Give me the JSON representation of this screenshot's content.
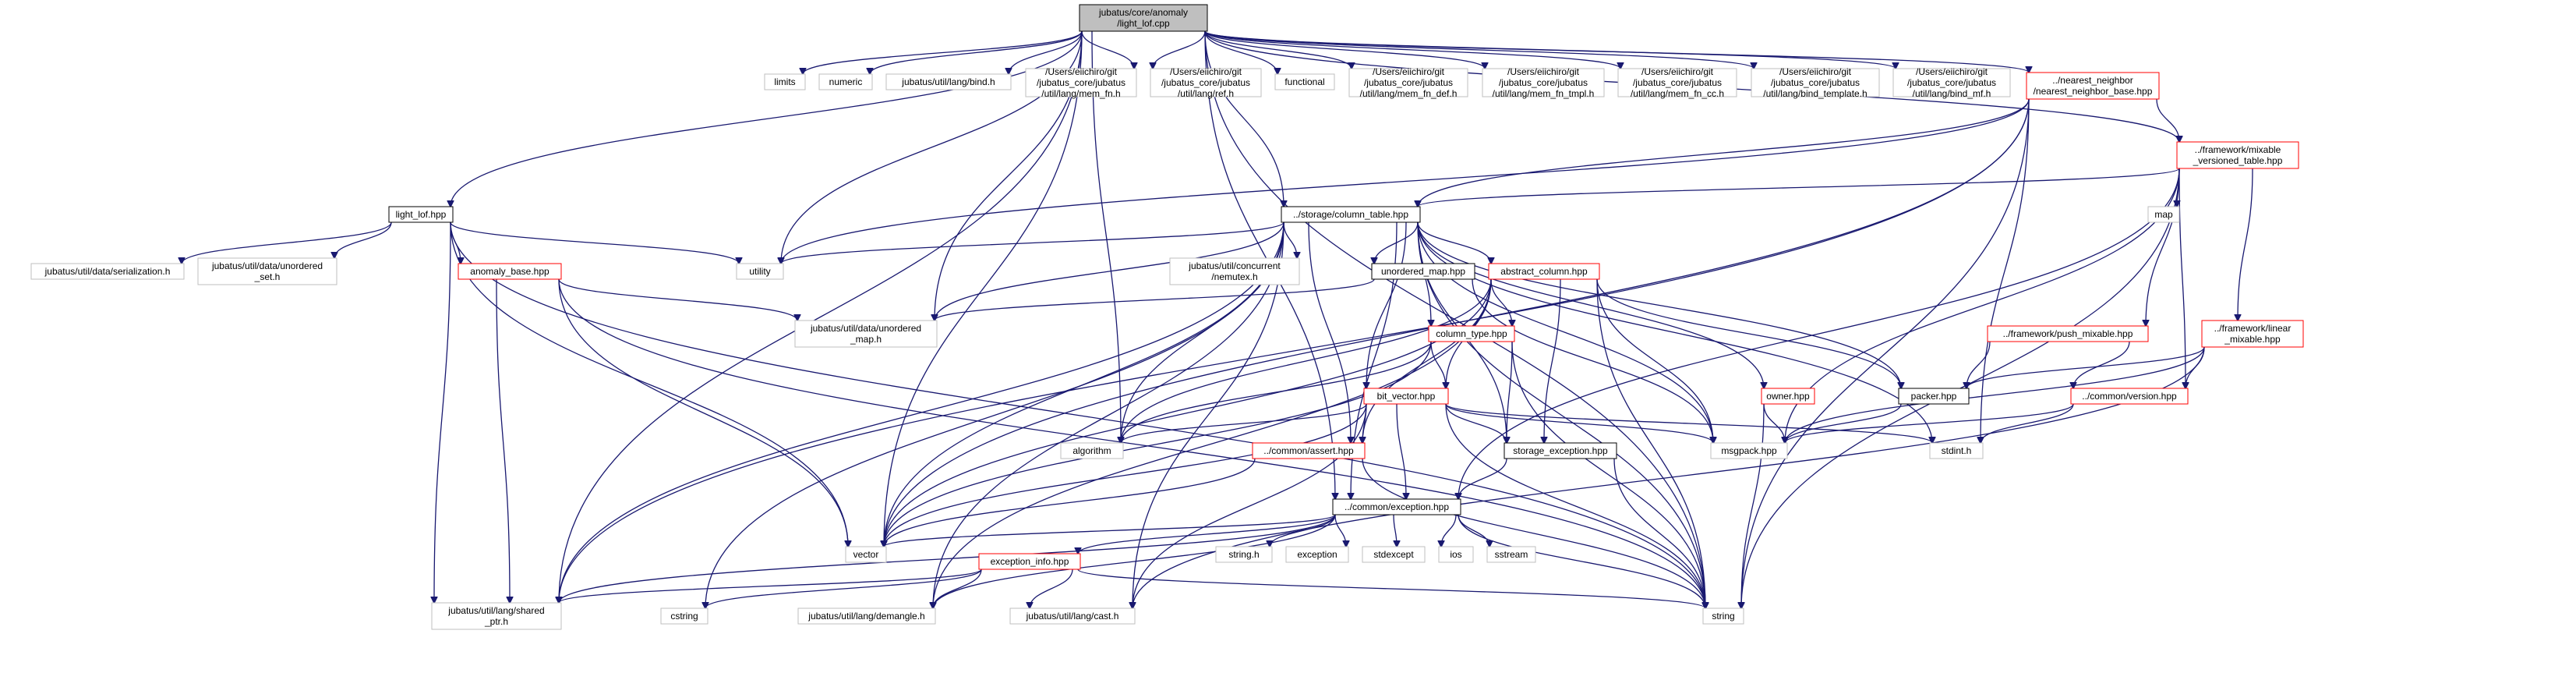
{
  "colors": {
    "edge": "#191970",
    "border_default": "#000000",
    "border_undocumented": "#bfbfbf",
    "border_truncated": "#ff0000",
    "root_fill": "#bfbfbf",
    "node_fill": "#ffffff"
  },
  "graph": {
    "title": "",
    "nodes": [
      {
        "id": "root",
        "kind": "root",
        "lines": [
          "jubatus/core/anomaly",
          "/light_lof.cpp"
        ]
      },
      {
        "id": "light_lof_hpp",
        "kind": "doc",
        "lines": [
          "light_lof.hpp"
        ]
      },
      {
        "id": "limits",
        "kind": "ext",
        "lines": [
          "limits"
        ]
      },
      {
        "id": "numeric",
        "kind": "ext",
        "lines": [
          "numeric"
        ]
      },
      {
        "id": "bind_h",
        "kind": "ext",
        "lines": [
          "jubatus/util/lang/bind.h"
        ]
      },
      {
        "id": "mem_fn_h",
        "kind": "ext",
        "lines": [
          "/Users/eiichiro/git",
          "/jubatus_core/jubatus",
          "/util/lang/mem_fn.h"
        ]
      },
      {
        "id": "ref_h",
        "kind": "ext",
        "lines": [
          "/Users/eiichiro/git",
          "/jubatus_core/jubatus",
          "/util/lang/ref.h"
        ]
      },
      {
        "id": "functional",
        "kind": "ext",
        "lines": [
          "functional"
        ]
      },
      {
        "id": "mem_fn_def_h",
        "kind": "ext",
        "lines": [
          "/Users/eiichiro/git",
          "/jubatus_core/jubatus",
          "/util/lang/mem_fn_def.h"
        ]
      },
      {
        "id": "mem_fn_tmpl_h",
        "kind": "ext",
        "lines": [
          "/Users/eiichiro/git",
          "/jubatus_core/jubatus",
          "/util/lang/mem_fn_tmpl.h"
        ]
      },
      {
        "id": "mem_fn_cc_h",
        "kind": "ext",
        "lines": [
          "/Users/eiichiro/git",
          "/jubatus_core/jubatus",
          "/util/lang/mem_fn_cc.h"
        ]
      },
      {
        "id": "bind_template_h",
        "kind": "ext",
        "lines": [
          "/Users/eiichiro/git",
          "/jubatus_core/jubatus",
          "/util/lang/bind_template.h"
        ]
      },
      {
        "id": "bind_mf_h",
        "kind": "ext",
        "lines": [
          "/Users/eiichiro/git",
          "/jubatus_core/jubatus",
          "/util/lang/bind_mf.h"
        ]
      },
      {
        "id": "nearest_neighbor_base_hpp",
        "kind": "trunc",
        "lines": [
          "../nearest_neighbor",
          "/nearest_neighbor_base.hpp"
        ]
      },
      {
        "id": "mixable_versioned_table_hpp",
        "kind": "trunc",
        "lines": [
          "../framework/mixable",
          "_versioned_table.hpp"
        ]
      },
      {
        "id": "column_table_hpp",
        "kind": "doc",
        "lines": [
          "../storage/column_table.hpp"
        ]
      },
      {
        "id": "map",
        "kind": "ext",
        "lines": [
          "map"
        ]
      },
      {
        "id": "serialization_h",
        "kind": "ext",
        "lines": [
          "jubatus/util/data/serialization.h"
        ]
      },
      {
        "id": "unordered_set_h",
        "kind": "ext",
        "lines": [
          "jubatus/util/data/unordered",
          "_set.h"
        ]
      },
      {
        "id": "anomaly_base_hpp",
        "kind": "trunc",
        "lines": [
          "anomaly_base.hpp"
        ]
      },
      {
        "id": "utility",
        "kind": "ext",
        "lines": [
          "utility"
        ]
      },
      {
        "id": "nemutex_h",
        "kind": "ext",
        "lines": [
          "jubatus/util/concurrent",
          "/nemutex.h"
        ]
      },
      {
        "id": "unordered_map_hpp",
        "kind": "doc",
        "lines": [
          "unordered_map.hpp"
        ]
      },
      {
        "id": "abstract_column_hpp",
        "kind": "trunc",
        "lines": [
          "abstract_column.hpp"
        ]
      },
      {
        "id": "unordered_map_h",
        "kind": "ext",
        "lines": [
          "jubatus/util/data/unordered",
          "_map.h"
        ]
      },
      {
        "id": "push_mixable_hpp",
        "kind": "trunc",
        "lines": [
          "../framework/push_mixable.hpp"
        ]
      },
      {
        "id": "linear_mixable_hpp",
        "kind": "trunc",
        "lines": [
          "../framework/linear",
          "_mixable.hpp"
        ]
      },
      {
        "id": "column_type_hpp",
        "kind": "trunc",
        "lines": [
          "column_type.hpp"
        ]
      },
      {
        "id": "packer_hpp",
        "kind": "doc",
        "lines": [
          "packer.hpp"
        ]
      },
      {
        "id": "owner_hpp",
        "kind": "trunc",
        "lines": [
          "owner.hpp"
        ]
      },
      {
        "id": "version_hpp",
        "kind": "trunc",
        "lines": [
          "../common/version.hpp"
        ]
      },
      {
        "id": "bit_vector_hpp",
        "kind": "trunc",
        "lines": [
          "bit_vector.hpp"
        ]
      },
      {
        "id": "algorithm",
        "kind": "ext",
        "lines": [
          "algorithm"
        ]
      },
      {
        "id": "assert_hpp",
        "kind": "trunc",
        "lines": [
          "../common/assert.hpp"
        ]
      },
      {
        "id": "storage_exception_hpp",
        "kind": "doc",
        "lines": [
          "storage_exception.hpp"
        ]
      },
      {
        "id": "msgpack_hpp",
        "kind": "ext",
        "lines": [
          "msgpack.hpp"
        ]
      },
      {
        "id": "stdint_h",
        "kind": "ext",
        "lines": [
          "stdint.h"
        ]
      },
      {
        "id": "exception_hpp",
        "kind": "doc",
        "lines": [
          "../common/exception.hpp"
        ]
      },
      {
        "id": "vector",
        "kind": "ext",
        "lines": [
          "vector"
        ]
      },
      {
        "id": "exception_info_hpp",
        "kind": "trunc",
        "lines": [
          "exception_info.hpp"
        ]
      },
      {
        "id": "string_h",
        "kind": "ext",
        "lines": [
          "string.h"
        ]
      },
      {
        "id": "exception",
        "kind": "ext",
        "lines": [
          "exception"
        ]
      },
      {
        "id": "stdexcept",
        "kind": "ext",
        "lines": [
          "stdexcept"
        ]
      },
      {
        "id": "ios",
        "kind": "ext",
        "lines": [
          "ios"
        ]
      },
      {
        "id": "sstream",
        "kind": "ext",
        "lines": [
          "sstream"
        ]
      },
      {
        "id": "shared_ptr_h",
        "kind": "ext",
        "lines": [
          "jubatus/util/lang/shared",
          "_ptr.h"
        ]
      },
      {
        "id": "cstring",
        "kind": "ext",
        "lines": [
          "cstring"
        ]
      },
      {
        "id": "demangle_h",
        "kind": "ext",
        "lines": [
          "jubatus/util/lang/demangle.h"
        ]
      },
      {
        "id": "cast_h",
        "kind": "ext",
        "lines": [
          "jubatus/util/lang/cast.h"
        ]
      },
      {
        "id": "string",
        "kind": "ext",
        "lines": [
          "string"
        ]
      }
    ],
    "edges": [
      [
        "root",
        "light_lof_hpp"
      ],
      [
        "root",
        "limits"
      ],
      [
        "root",
        "numeric"
      ],
      [
        "root",
        "bind_h"
      ],
      [
        "root",
        "mem_fn_h"
      ],
      [
        "root",
        "ref_h"
      ],
      [
        "root",
        "functional"
      ],
      [
        "root",
        "mem_fn_def_h"
      ],
      [
        "root",
        "mem_fn_tmpl_h"
      ],
      [
        "root",
        "mem_fn_cc_h"
      ],
      [
        "root",
        "bind_template_h"
      ],
      [
        "root",
        "bind_mf_h"
      ],
      [
        "root",
        "nearest_neighbor_base_hpp"
      ],
      [
        "root",
        "mixable_versioned_table_hpp"
      ],
      [
        "root",
        "column_table_hpp"
      ],
      [
        "root",
        "utility"
      ],
      [
        "root",
        "unordered_map_h"
      ],
      [
        "root",
        "algorithm"
      ],
      [
        "root",
        "exception_hpp"
      ],
      [
        "root",
        "vector"
      ],
      [
        "root",
        "shared_ptr_h"
      ],
      [
        "root",
        "string"
      ],
      [
        "light_lof_hpp",
        "serialization_h"
      ],
      [
        "light_lof_hpp",
        "unordered_set_h"
      ],
      [
        "light_lof_hpp",
        "anomaly_base_hpp"
      ],
      [
        "light_lof_hpp",
        "utility"
      ],
      [
        "light_lof_hpp",
        "vector"
      ],
      [
        "light_lof_hpp",
        "shared_ptr_h"
      ],
      [
        "light_lof_hpp",
        "string"
      ],
      [
        "anomaly_base_hpp",
        "unordered_map_h"
      ],
      [
        "anomaly_base_hpp",
        "vector"
      ],
      [
        "anomaly_base_hpp",
        "shared_ptr_h"
      ],
      [
        "anomaly_base_hpp",
        "string"
      ],
      [
        "nearest_neighbor_base_hpp",
        "mixable_versioned_table_hpp"
      ],
      [
        "nearest_neighbor_base_hpp",
        "column_table_hpp"
      ],
      [
        "nearest_neighbor_base_hpp",
        "utility"
      ],
      [
        "nearest_neighbor_base_hpp",
        "vector"
      ],
      [
        "nearest_neighbor_base_hpp",
        "shared_ptr_h"
      ],
      [
        "nearest_neighbor_base_hpp",
        "stdint_h"
      ],
      [
        "nearest_neighbor_base_hpp",
        "string"
      ],
      [
        "mixable_versioned_table_hpp",
        "column_table_hpp"
      ],
      [
        "mixable_versioned_table_hpp",
        "map"
      ],
      [
        "mixable_versioned_table_hpp",
        "push_mixable_hpp"
      ],
      [
        "mixable_versioned_table_hpp",
        "linear_mixable_hpp"
      ],
      [
        "mixable_versioned_table_hpp",
        "version_hpp"
      ],
      [
        "mixable_versioned_table_hpp",
        "msgpack_hpp"
      ],
      [
        "mixable_versioned_table_hpp",
        "exception_hpp"
      ],
      [
        "mixable_versioned_table_hpp",
        "string"
      ],
      [
        "push_mixable_hpp",
        "packer_hpp"
      ],
      [
        "push_mixable_hpp",
        "version_hpp"
      ],
      [
        "linear_mixable_hpp",
        "packer_hpp"
      ],
      [
        "linear_mixable_hpp",
        "version_hpp"
      ],
      [
        "linear_mixable_hpp",
        "msgpack_hpp"
      ],
      [
        "linear_mixable_hpp",
        "cast_h"
      ],
      [
        "version_hpp",
        "msgpack_hpp"
      ],
      [
        "version_hpp",
        "stdint_h"
      ],
      [
        "column_table_hpp",
        "utility"
      ],
      [
        "column_table_hpp",
        "unordered_map_h"
      ],
      [
        "column_table_hpp",
        "nemutex_h"
      ],
      [
        "column_table_hpp",
        "unordered_map_hpp"
      ],
      [
        "column_table_hpp",
        "abstract_column_hpp"
      ],
      [
        "column_table_hpp",
        "column_type_hpp"
      ],
      [
        "column_table_hpp",
        "bit_vector_hpp"
      ],
      [
        "column_table_hpp",
        "algorithm"
      ],
      [
        "column_table_hpp",
        "assert_hpp"
      ],
      [
        "column_table_hpp",
        "storage_exception_hpp"
      ],
      [
        "column_table_hpp",
        "msgpack_hpp"
      ],
      [
        "column_table_hpp",
        "stdint_h"
      ],
      [
        "column_table_hpp",
        "exception_hpp"
      ],
      [
        "column_table_hpp",
        "vector"
      ],
      [
        "column_table_hpp",
        "shared_ptr_h"
      ],
      [
        "column_table_hpp",
        "cstring"
      ],
      [
        "column_table_hpp",
        "demangle_h"
      ],
      [
        "column_table_hpp",
        "cast_h"
      ],
      [
        "column_table_hpp",
        "string"
      ],
      [
        "column_table_hpp",
        "packer_hpp"
      ],
      [
        "column_table_hpp",
        "owner_hpp"
      ],
      [
        "unordered_map_hpp",
        "unordered_map_h"
      ],
      [
        "unordered_map_hpp",
        "msgpack_hpp"
      ],
      [
        "abstract_column_hpp",
        "column_type_hpp"
      ],
      [
        "abstract_column_hpp",
        "bit_vector_hpp"
      ],
      [
        "abstract_column_hpp",
        "algorithm"
      ],
      [
        "abstract_column_hpp",
        "assert_hpp"
      ],
      [
        "abstract_column_hpp",
        "storage_exception_hpp"
      ],
      [
        "abstract_column_hpp",
        "msgpack_hpp"
      ],
      [
        "abstract_column_hpp",
        "packer_hpp"
      ],
      [
        "abstract_column_hpp",
        "vector"
      ],
      [
        "abstract_column_hpp",
        "demangle_h"
      ],
      [
        "abstract_column_hpp",
        "string"
      ],
      [
        "column_type_hpp",
        "bit_vector_hpp"
      ],
      [
        "column_type_hpp",
        "algorithm"
      ],
      [
        "column_type_hpp",
        "storage_exception_hpp"
      ],
      [
        "column_type_hpp",
        "vector"
      ],
      [
        "column_type_hpp",
        "string"
      ],
      [
        "bit_vector_hpp",
        "algorithm"
      ],
      [
        "bit_vector_hpp",
        "assert_hpp"
      ],
      [
        "bit_vector_hpp",
        "storage_exception_hpp"
      ],
      [
        "bit_vector_hpp",
        "msgpack_hpp"
      ],
      [
        "bit_vector_hpp",
        "stdint_h"
      ],
      [
        "bit_vector_hpp",
        "exception_hpp"
      ],
      [
        "bit_vector_hpp",
        "vector"
      ],
      [
        "bit_vector_hpp",
        "cast_h"
      ],
      [
        "bit_vector_hpp",
        "string"
      ],
      [
        "assert_hpp",
        "vector"
      ],
      [
        "assert_hpp",
        "string"
      ],
      [
        "storage_exception_hpp",
        "exception_hpp"
      ],
      [
        "storage_exception_hpp",
        "string"
      ],
      [
        "owner_hpp",
        "msgpack_hpp"
      ],
      [
        "owner_hpp",
        "string"
      ],
      [
        "packer_hpp",
        "msgpack_hpp"
      ],
      [
        "exception_hpp",
        "vector"
      ],
      [
        "exception_hpp",
        "exception_info_hpp"
      ],
      [
        "exception_hpp",
        "string_h"
      ],
      [
        "exception_hpp",
        "exception"
      ],
      [
        "exception_hpp",
        "stdexcept"
      ],
      [
        "exception_hpp",
        "ios"
      ],
      [
        "exception_hpp",
        "sstream"
      ],
      [
        "exception_hpp",
        "string"
      ],
      [
        "exception_hpp",
        "shared_ptr_h"
      ],
      [
        "exception_hpp",
        "demangle_h"
      ],
      [
        "exception_info_hpp",
        "shared_ptr_h"
      ],
      [
        "exception_info_hpp",
        "cstring"
      ],
      [
        "exception_info_hpp",
        "demangle_h"
      ],
      [
        "exception_info_hpp",
        "cast_h"
      ],
      [
        "exception_info_hpp",
        "string"
      ]
    ]
  }
}
